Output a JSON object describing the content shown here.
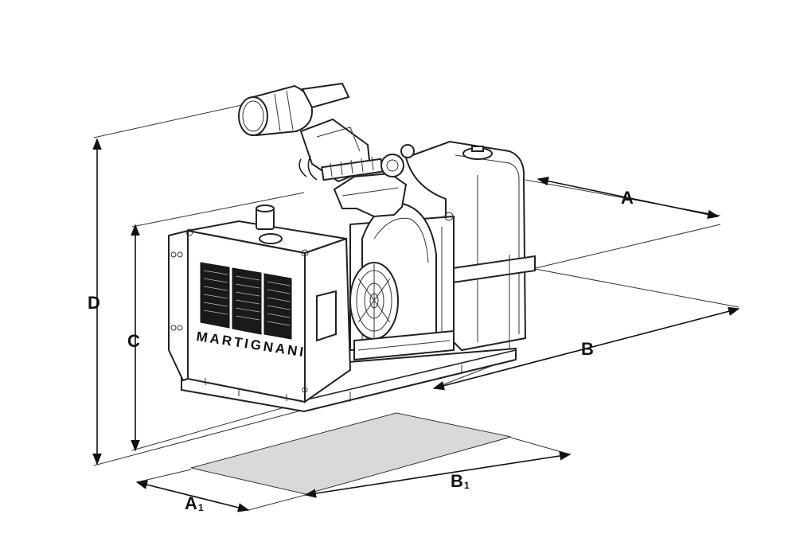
{
  "dimensions": {
    "A": "A",
    "B": "B",
    "C": "C",
    "D": "D",
    "A1_main": "A",
    "A1_sub": "1",
    "B1_main": "B",
    "B1_sub": "1"
  },
  "machine": {
    "brand": "MARTIGNANI"
  },
  "colors": {
    "line": "#222222",
    "footprint": "#d9d9d9",
    "background": "#ffffff"
  }
}
